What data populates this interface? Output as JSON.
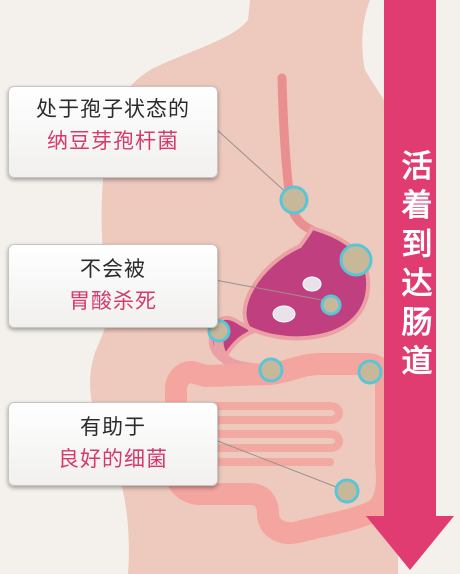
{
  "labels": {
    "spore": {
      "line1": "处于孢子状态的",
      "line2": "纳豆芽孢杆菌"
    },
    "acid": {
      "line1": "不会被",
      "line2": "胃酸杀死"
    },
    "good": {
      "line1": "有助于",
      "line2": "良好的细菌"
    }
  },
  "arrow": {
    "chars": [
      "活",
      "着",
      "到",
      "达",
      "肠",
      "道"
    ]
  },
  "colors": {
    "arrow": "#e03c72",
    "highlight": "#d63a6c",
    "body_skin": "#eec9bd",
    "stomach": "#c0407f",
    "intestine": "#f4a5a0",
    "marker_ring": "#59c6d8",
    "spore_fill": "#c8b89a"
  },
  "icons": [
    "spore-marker",
    "stomach-bacteria-blob"
  ]
}
